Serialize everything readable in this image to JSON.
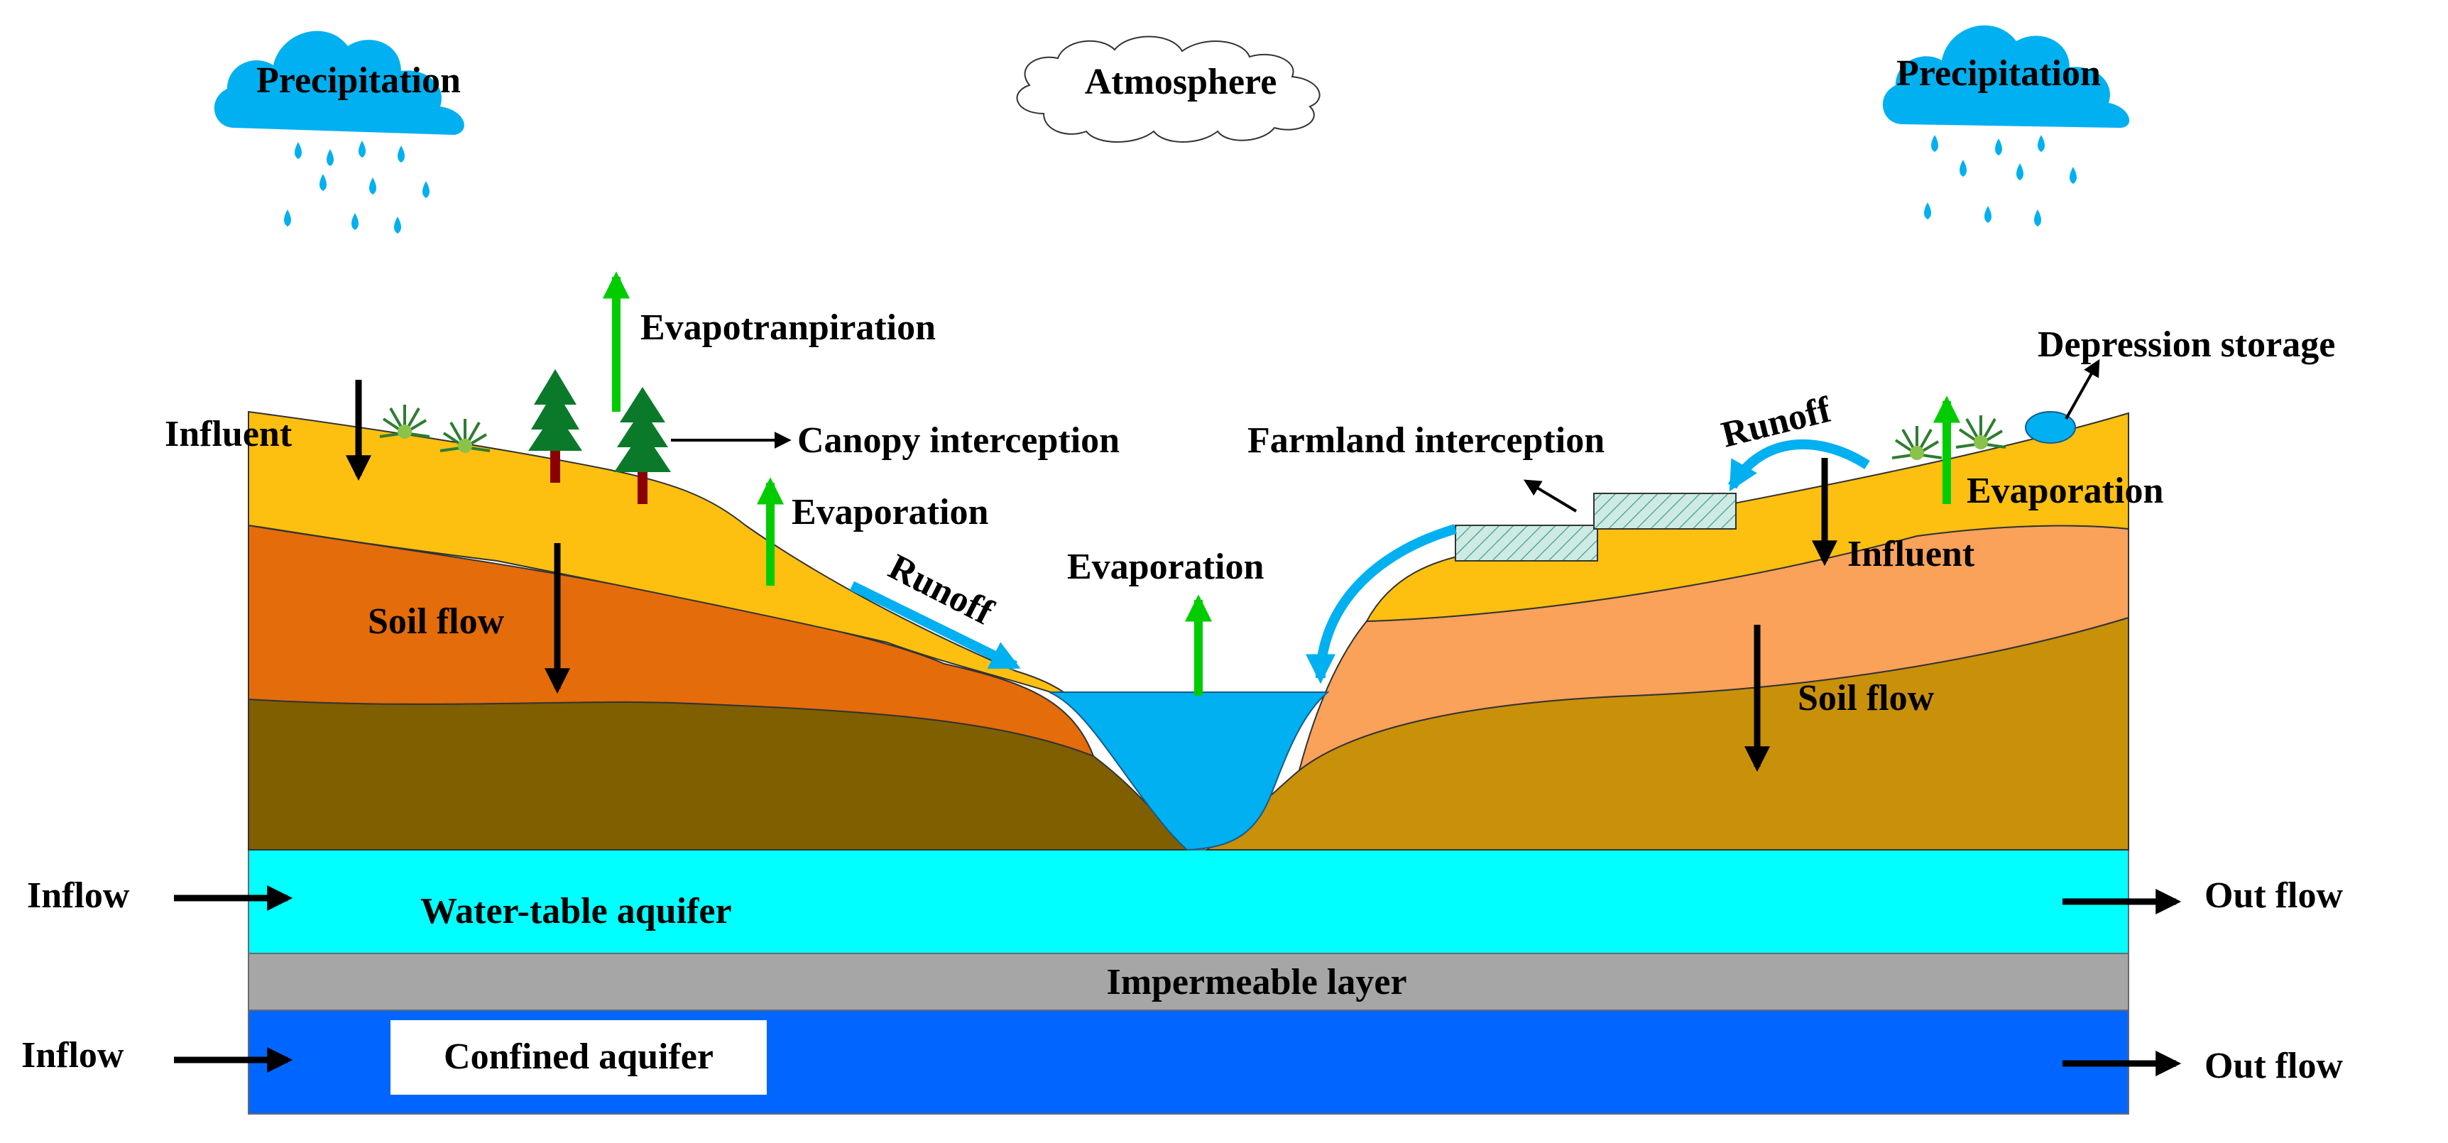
{
  "labels": {
    "precipitation_left": "Precipitation",
    "precipitation_right": "Precipitation",
    "atmosphere": "Atmosphere",
    "evapotranspiration": "Evapotranpiration",
    "canopy_interception": "Canopy interception",
    "farmland_interception": "Farmland interception",
    "depression_storage": "Depression storage",
    "influent_left": "Influent",
    "influent_right": "Influent",
    "evaporation_left": "Evaporation",
    "evaporation_river": "Evaporation",
    "evaporation_right": "Evaporation",
    "runoff_left": "Runoff",
    "runoff_right": "Runoff",
    "soil_flow_left": "Soil flow",
    "soil_flow_right": "Soil flow",
    "inflow_top": "Inflow",
    "inflow_bottom": "Inflow",
    "water_table_aquifer": "Water-table aquifer",
    "impermeable_layer": "Impermeable layer",
    "confined_aquifer": "Confined aquifer",
    "out_flow_top": "Out flow",
    "out_flow_bottom": "Out flow"
  },
  "colors": {
    "topsoil_left": "#FDC010",
    "topsoil_right": "#FDC010",
    "middle_soil_left": "#E46C0A",
    "middle_soil_right": "#FAA15A",
    "deep_soil_left": "#7F5F00",
    "deep_soil_right": "#C9900A",
    "river_water": "#00B0F0",
    "water_table_aquifer": "#00FFFF",
    "impermeable_layer": "#A6A6A6",
    "confined_aquifer": "#0066FF",
    "cloud_blue": "#00B0F0",
    "rain_drop": "#00B0F0",
    "evaporation_arrow": "#00CC00",
    "runoff_arrow": "#00B0F0",
    "tree_green": "#0A7A2A",
    "tree_trunk": "#8B0000"
  },
  "icons": {
    "cloud": "rain-cloud-icon",
    "tree": "tree-icon",
    "grass": "grass-tuft-icon",
    "pond": "depression-pond-icon",
    "field": "farmland-plot-icon"
  }
}
